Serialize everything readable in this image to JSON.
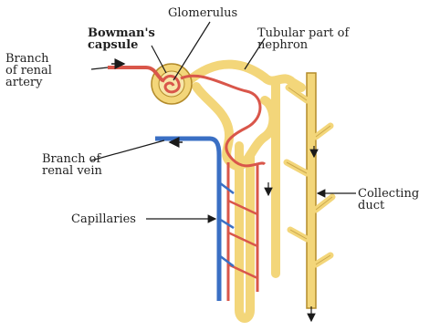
{
  "labels": {
    "glomerulus": "Glomerulus",
    "bowmans_capsule": [
      "Bowman's",
      "capsule"
    ],
    "tubular_part": [
      "Tubular part of",
      "nephron"
    ],
    "branch_renal_artery": [
      "Branch",
      "of renal",
      "artery"
    ],
    "branch_renal_vein": [
      "Branch of",
      "renal vein"
    ],
    "capillaries": "Capillaries",
    "collecting_duct": [
      "Collecting",
      "duct"
    ]
  },
  "colors": {
    "artery": "#d9564a",
    "vein": "#3a6fc4",
    "tubule": "#f3d67a",
    "tubule_outline": "#b38b2a",
    "leader": "#1a1a1a"
  }
}
